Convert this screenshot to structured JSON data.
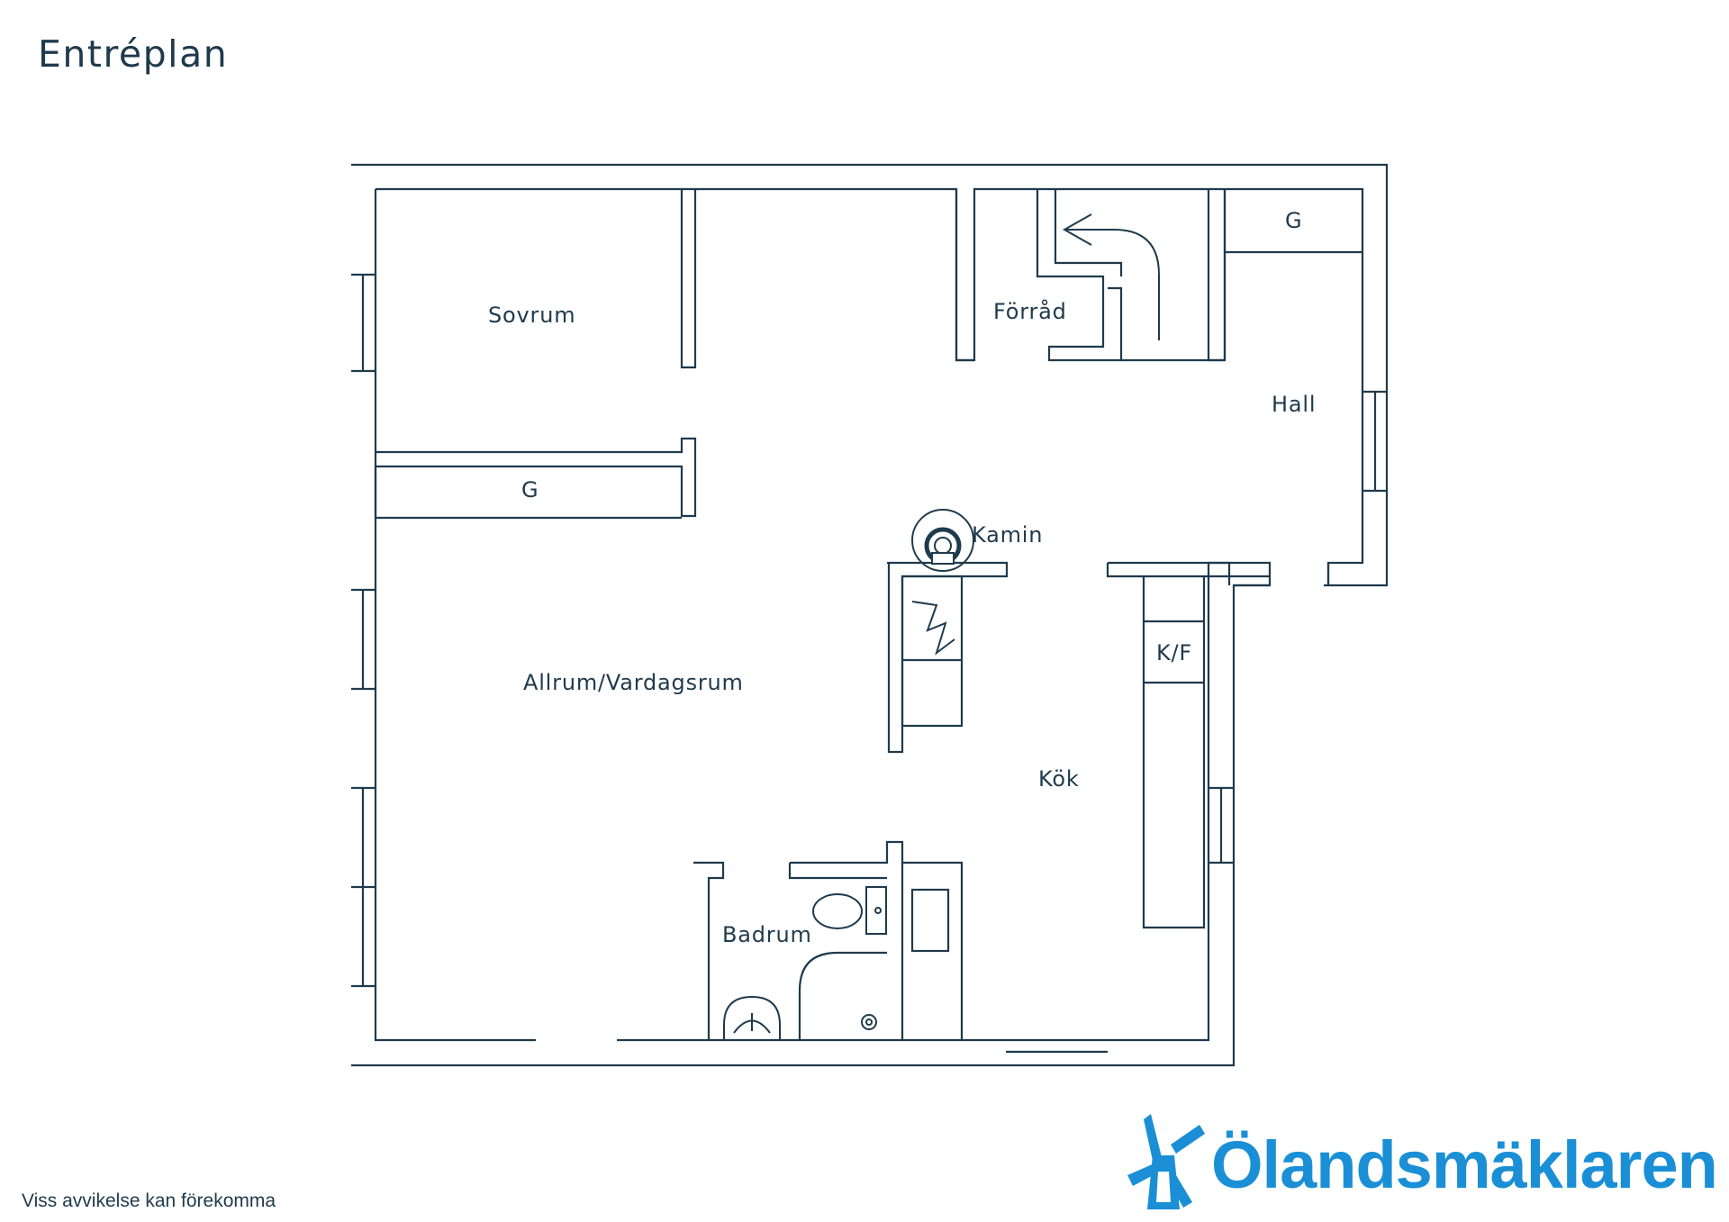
{
  "title": "Entréplan",
  "rooms": {
    "sovrum": "Sovrum",
    "forrad": "Förråd",
    "g_top": "G",
    "hall": "Hall",
    "g_left": "G",
    "kamin": "Kamin",
    "allrum": "Allrum/Vardagsrum",
    "kf": "K/F",
    "kok": "Kök",
    "badrum": "Badrum"
  },
  "disclaimer": "Viss avvikelse kan förekomma",
  "logo": {
    "text": "Ölandsmäklaren",
    "color": "#1a8fd6"
  },
  "colors": {
    "line": "#1f3a4d",
    "accent": "#1a8fd6"
  },
  "icons": [
    "windmill-icon",
    "fireplace-icon",
    "stair-arrow-icon",
    "toilet-icon",
    "sink-icon",
    "stove-icon"
  ]
}
